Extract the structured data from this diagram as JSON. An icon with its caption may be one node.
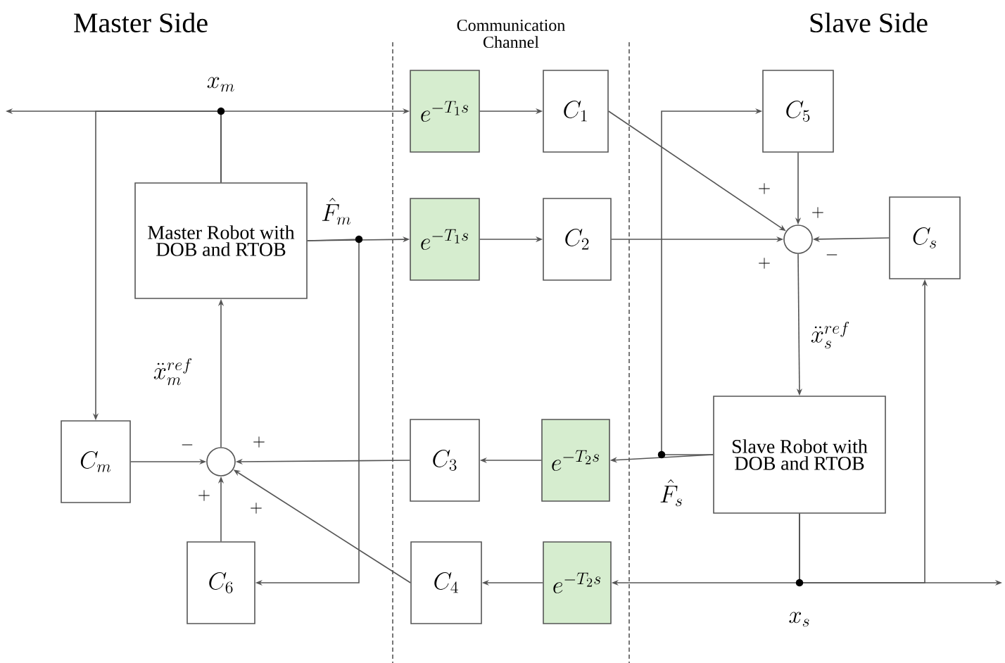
{
  "diagram": {
    "nodes": [
      {
        "text": [
          "Master Robot with DOB and RTOB"
        ]
      },
      {
        "text": [
          "e^{-T_1 s}"
        ]
      },
      {
        "text": [
          "C_1"
        ]
      },
      {
        "text": [
          "e^{-T_1 s}"
        ]
      },
      {
        "text": [
          "C_2"
        ]
      },
      {
        "text": [
          "C_5"
        ]
      },
      {
        "text": [],
        "shape": "circle"
      },
      {
        "text": [
          "C_s"
        ]
      },
      {
        "text": [
          "Slave Robot with DOB and RTOB"
        ]
      },
      {
        "text": [
          "e^{-T_2 s}"
        ]
      },
      {
        "text": [
          "e^{-T_2 s}"
        ]
      },
      {
        "text": [
          "C_3"
        ]
      },
      {
        "text": [
          "C_4"
        ]
      },
      {
        "text": [],
        "shape": "circle"
      },
      {
        "text": [
          "C_m"
        ]
      },
      {
        "text": [
          "C_6"
        ]
      }
    ],
    "edges": [
      {
        "from": 0,
        "to": 1,
        "arrow": "to"
      },
      {
        "from": 0,
        "to": 14,
        "arrow": "to"
      },
      {
        "from": 0,
        "to": null,
        "arrow": "to"
      },
      {
        "from": 1,
        "to": 2,
        "arrow": "to"
      },
      {
        "from": 2,
        "to": 6,
        "arrow": "to"
      },
      {
        "from": 0,
        "to": 3,
        "arrow": "to"
      },
      {
        "from": 0,
        "to": 15,
        "arrow": "to"
      },
      {
        "from": 3,
        "to": 4,
        "arrow": "to"
      },
      {
        "from": 4,
        "to": 6,
        "arrow": "to"
      },
      {
        "from": 5,
        "to": 6,
        "arrow": "to"
      },
      {
        "from": 7,
        "to": 6,
        "arrow": "to"
      },
      {
        "from": 6,
        "to": 8,
        "arrow": "to"
      },
      {
        "from": 8,
        "to": 9,
        "arrow": "to"
      },
      {
        "from": 8,
        "to": 5,
        "arrow": "to"
      },
      {
        "from": 9,
        "to": 11,
        "arrow": "to"
      },
      {
        "from": 11,
        "to": 13,
        "arrow": "to"
      },
      {
        "from": 8,
        "to": 10,
        "arrow": "to"
      },
      {
        "from": 8,
        "to": 7,
        "arrow": "to"
      },
      {
        "from": 8,
        "to": null,
        "arrow": "to"
      },
      {
        "from": 10,
        "to": 12,
        "arrow": "to"
      },
      {
        "from": 12,
        "to": 13,
        "arrow": "to"
      },
      {
        "from": 14,
        "to": 13,
        "arrow": "to"
      },
      {
        "from": 15,
        "to": 13,
        "arrow": "to"
      },
      {
        "from": 13,
        "to": 0,
        "arrow": "to"
      }
    ],
    "labels": [
      "Master Side",
      "Communication Channel",
      "Slave Side",
      "x_m",
      "\\hat{F}_m",
      "\\ddot{x}_m^{ref}",
      "-",
      "+",
      "+",
      "+",
      "+",
      "+",
      "+",
      "-",
      "\\ddot{x}_s^{ref}",
      "\\hat{F}_s",
      "x_s"
    ]
  }
}
